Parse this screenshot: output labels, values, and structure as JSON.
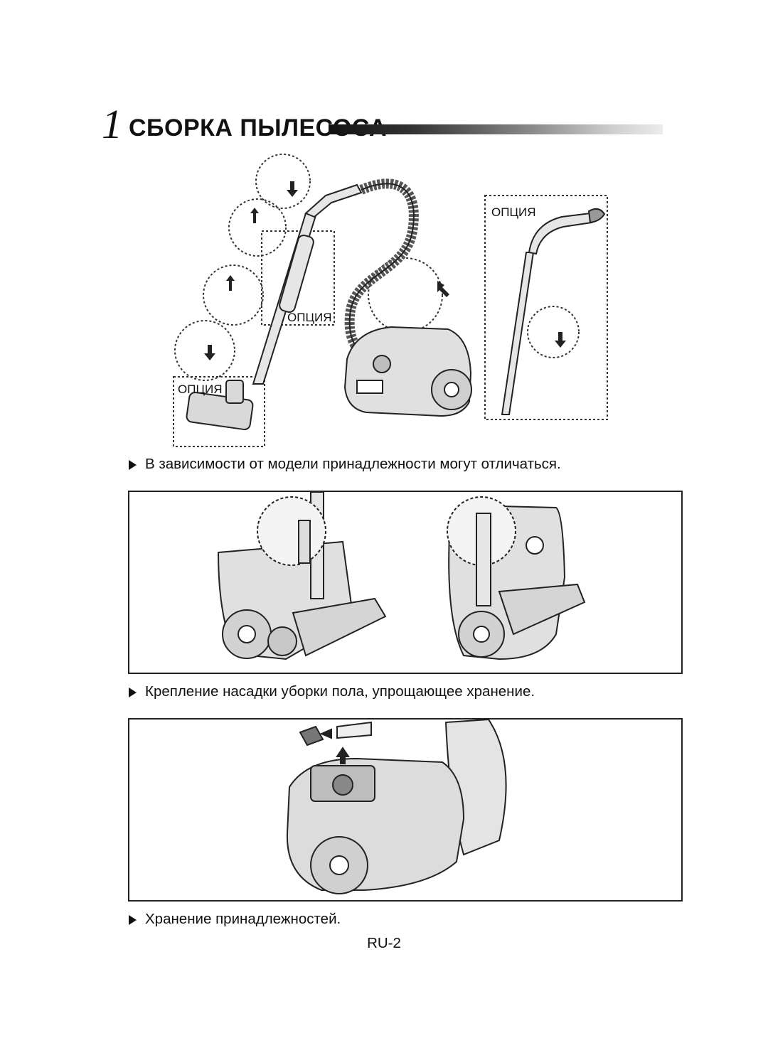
{
  "section": {
    "number": "1",
    "title": "СБОРКА ПЫЛЕСОСА"
  },
  "figure1": {
    "option_labels": [
      "ОПЦИЯ",
      "ОПЦИЯ",
      "ОПЦИЯ"
    ]
  },
  "captions": [
    "В зависимости от модели принадлежности могут отличаться.",
    "Крепление насадки уборки пола, упрощающее хранение.",
    "Хранение принадлежностей."
  ],
  "page_number": "RU-2"
}
